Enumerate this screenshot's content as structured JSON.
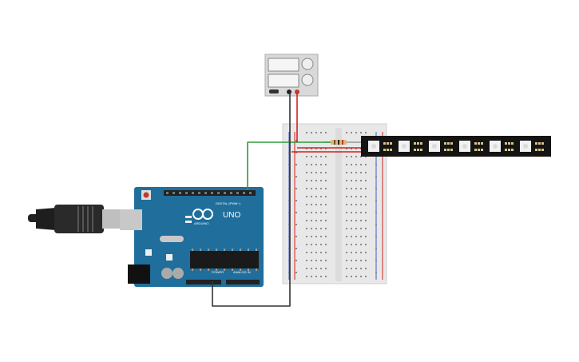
{
  "circuit": {
    "power_supply": {
      "name": "power-supply"
    },
    "arduino": {
      "digital_label": "DIGITAL (PWM~)",
      "logo_text": "ARDUINO",
      "model": "UNO",
      "power_label": "POWER",
      "analog_label": "ANALOG IN"
    },
    "breadboard": {
      "name": "breadboard"
    },
    "led_strip": {
      "name": "led-strip",
      "pixel_count": 6
    },
    "colors": {
      "board_blue": "#1f6e9c",
      "wire_green": "#2e9b3a",
      "wire_red": "#d42020",
      "wire_black": "#333333",
      "strip": "#141414",
      "breadboard": "#e8e8e8"
    }
  }
}
